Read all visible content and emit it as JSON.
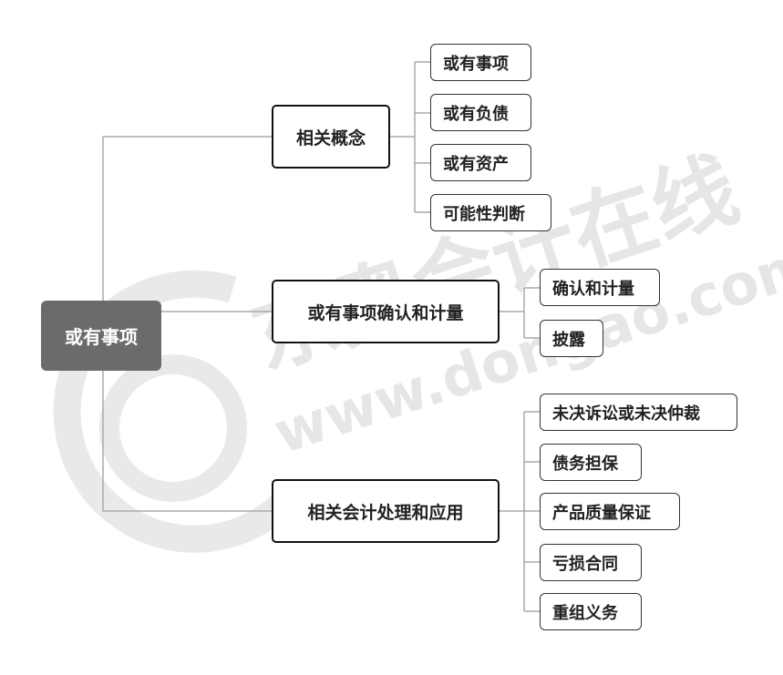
{
  "watermark": {
    "text_cn": "东奥会计在线",
    "text_url": "www.dongao.com"
  },
  "root": {
    "label": "或有事项"
  },
  "branches": [
    {
      "label": "相关概念",
      "children": [
        "或有事项",
        "或有负债",
        "或有资产",
        "可能性判断"
      ]
    },
    {
      "label": "或有事项确认和计量",
      "children": [
        "确认和计量",
        "披露"
      ]
    },
    {
      "label": "相关会计处理和应用",
      "children": [
        "未决诉讼或未决仲裁",
        "债务担保",
        "产品质量保证",
        "亏损合同",
        "重组义务"
      ]
    }
  ],
  "colors": {
    "root_fill": "#6b6b6b",
    "root_text": "#ffffff",
    "line": "#aaaaaa",
    "watermark": "#e6e6e6"
  }
}
